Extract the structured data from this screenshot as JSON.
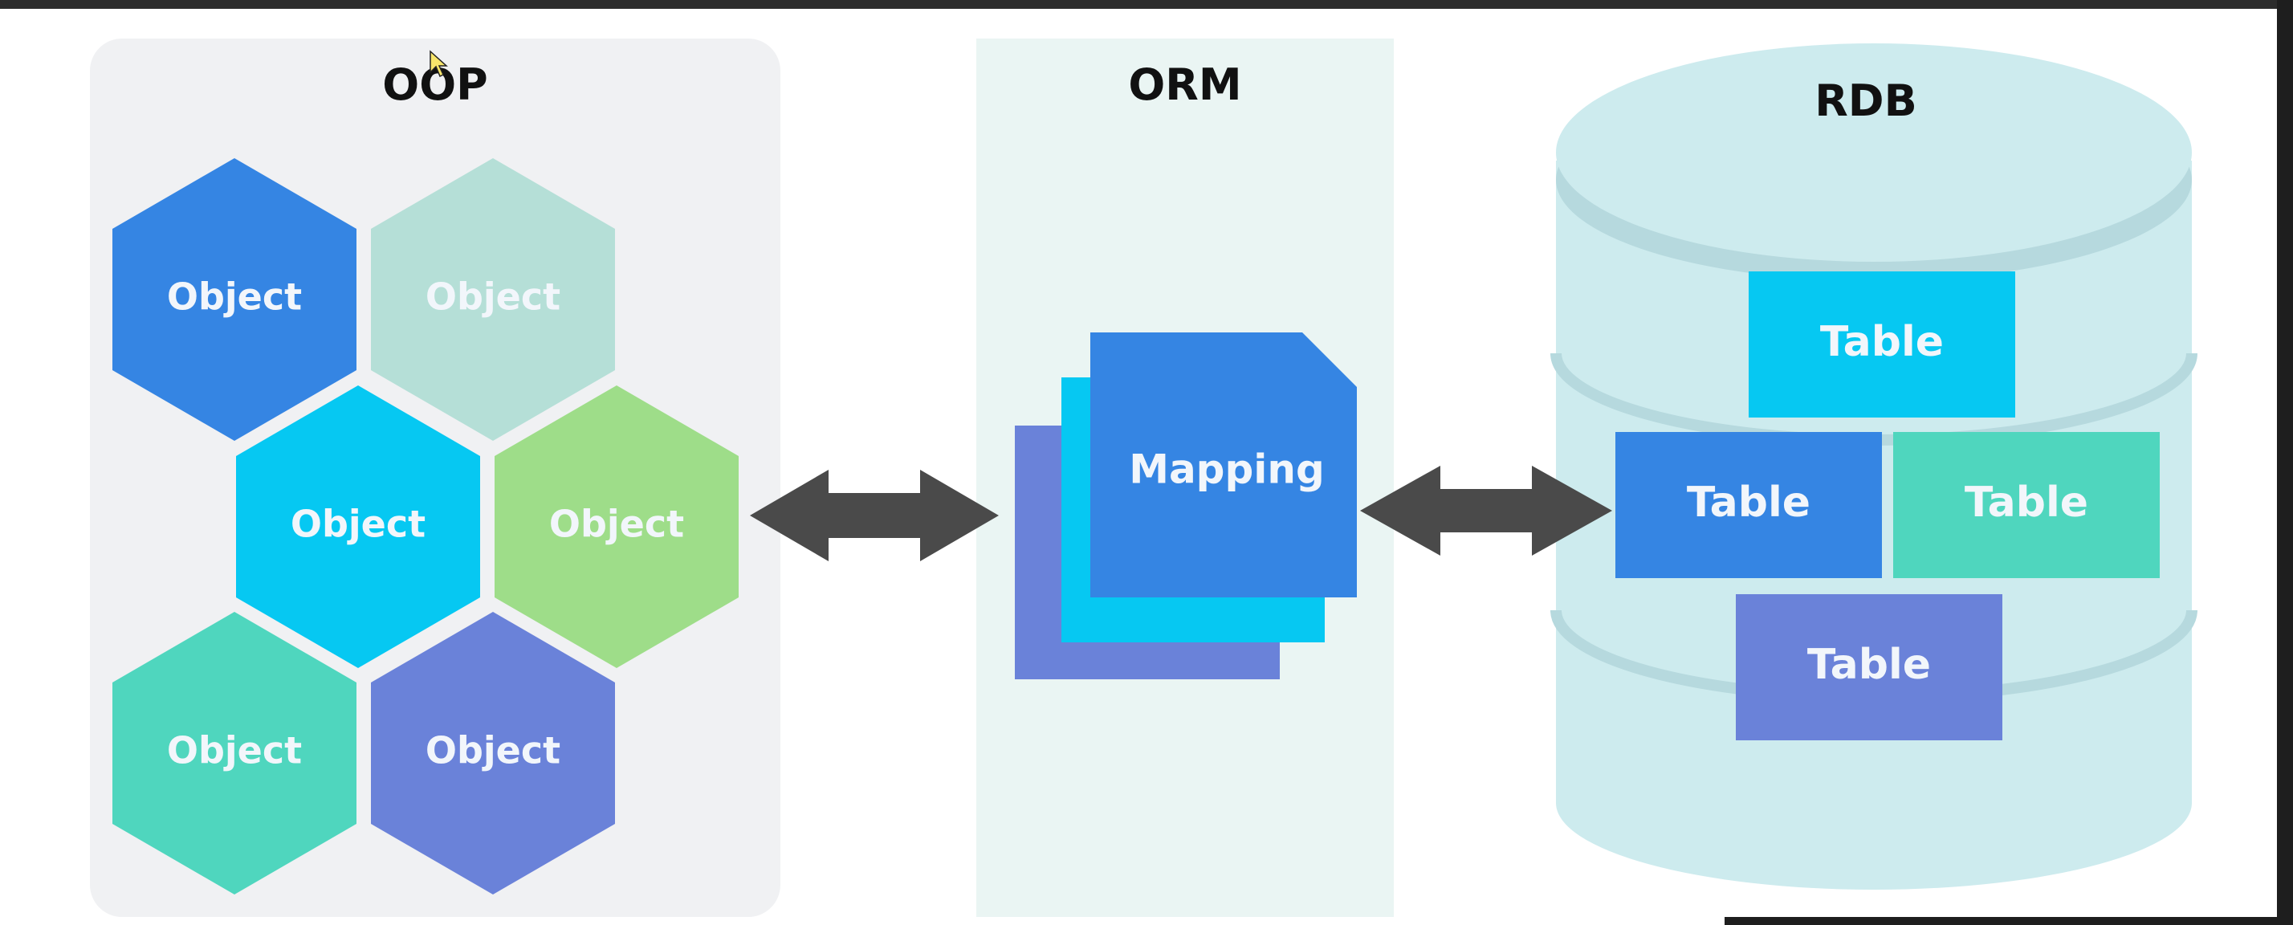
{
  "headings": {
    "oop": "OOP",
    "orm": "ORM",
    "rdb": "RDB"
  },
  "objects": [
    {
      "label": "Object",
      "color": "#3585e3"
    },
    {
      "label": "Object",
      "color": "#b5dfd7"
    },
    {
      "label": "Object",
      "color": "#06c8f2"
    },
    {
      "label": "Object",
      "color": "#9edd89"
    },
    {
      "label": "Object",
      "color": "#4fd6be"
    },
    {
      "label": "Object",
      "color": "#6a82d9"
    }
  ],
  "mapping": {
    "label": "Mapping",
    "layer_colors": [
      "#6a82d9",
      "#06c8f2",
      "#3585e3"
    ]
  },
  "tables": [
    {
      "label": "Table",
      "color": "#06c8f2"
    },
    {
      "label": "Table",
      "color": "#3585e3"
    },
    {
      "label": "Table",
      "color": "#4fd6be"
    },
    {
      "label": "Table",
      "color": "#6a82d9"
    }
  ],
  "colors": {
    "arrow": "#4a4a4a",
    "cylinder_fill": "#cdebee",
    "cylinder_rim": "#b6d9de",
    "label_text": "#f2f6fb"
  }
}
